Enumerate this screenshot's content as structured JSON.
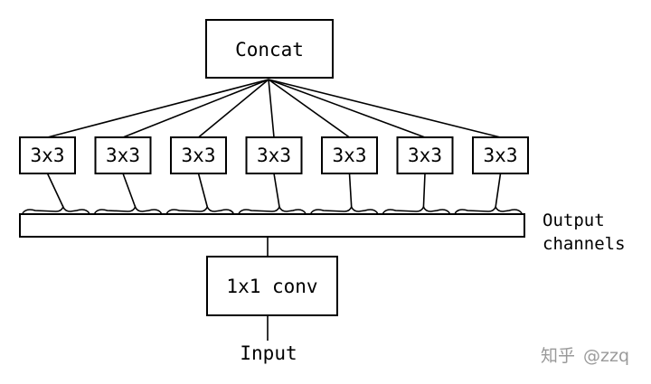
{
  "diagram": {
    "concat_label": "Concat",
    "group_labels": [
      "3x3",
      "3x3",
      "3x3",
      "3x3",
      "3x3",
      "3x3",
      "3x3"
    ],
    "side_label_line1": "Output",
    "side_label_line2": "channels",
    "conv_label": "1x1 conv",
    "input_label": "Input"
  },
  "watermark": {
    "brand": "知乎",
    "handle": "@zzq"
  }
}
